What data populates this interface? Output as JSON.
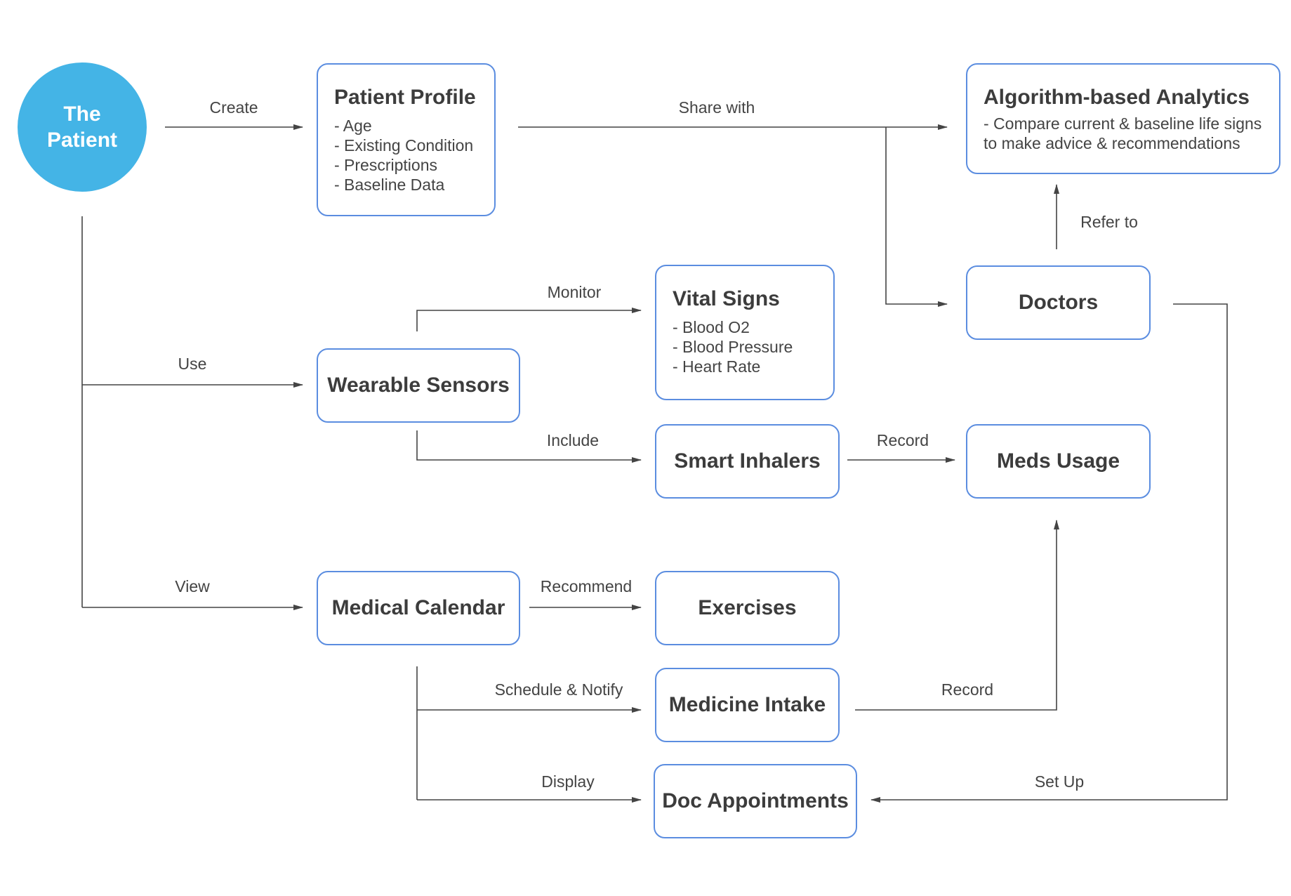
{
  "patient": {
    "line1": "The",
    "line2": "Patient"
  },
  "colors": {
    "patient_fill": "#44b4e6",
    "box_border": "#5b8de0",
    "line": "#444444",
    "text": "#3c3c3c"
  },
  "nodes": {
    "patient_profile": {
      "title": "Patient Profile",
      "items": [
        "- Age",
        "- Existing Condition",
        "- Prescriptions",
        "- Baseline Data"
      ]
    },
    "analytics": {
      "title": "Algorithm-based Analytics",
      "desc1": "- Compare current & baseline life signs",
      "desc2": "to make advice & recommendations"
    },
    "doctors": {
      "title": "Doctors"
    },
    "vital_signs": {
      "title": "Vital Signs",
      "items": [
        "- Blood O2",
        "- Blood Pressure",
        "- Heart Rate"
      ]
    },
    "wearable_sensors": {
      "title": "Wearable Sensors"
    },
    "smart_inhalers": {
      "title": "Smart Inhalers"
    },
    "meds_usage": {
      "title": "Meds Usage"
    },
    "medical_calendar": {
      "title": "Medical Calendar"
    },
    "exercises": {
      "title": "Exercises"
    },
    "medicine_intake": {
      "title": "Medicine Intake"
    },
    "doc_appointments": {
      "title": "Doc Appointments"
    }
  },
  "edges": {
    "create": "Create",
    "share_with": "Share with",
    "refer_to": "Refer to",
    "use": "Use",
    "monitor": "Monitor",
    "include": "Include",
    "record_inhalers": "Record",
    "view": "View",
    "recommend": "Recommend",
    "schedule_notify": "Schedule & Notify",
    "record_intake": "Record",
    "display": "Display",
    "set_up": "Set Up"
  }
}
